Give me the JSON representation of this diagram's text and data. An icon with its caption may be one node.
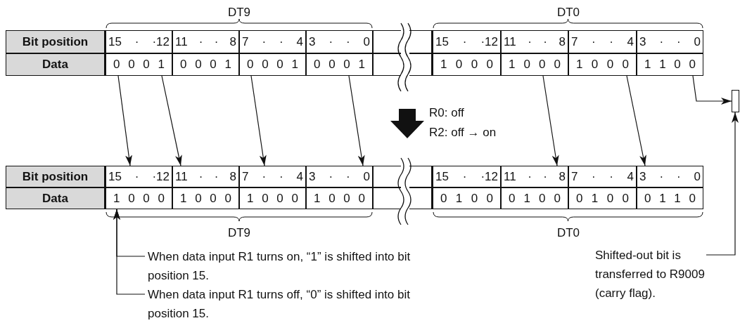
{
  "diagram": {
    "nodes": [
      {
        "text": [
          "Bit position"
        ]
      },
      {
        "text": [
          "15 · ·12"
        ]
      },
      {
        "text": [
          "11 · · 8"
        ]
      },
      {
        "text": [
          "7 · · 4"
        ]
      },
      {
        "text": [
          "3 · · 0"
        ]
      },
      {
        "text": [],
        "shape": "box"
      },
      {
        "text": [
          "15 · ·12"
        ]
      },
      {
        "text": [
          "11 · · 8"
        ]
      },
      {
        "text": [
          "7 · · 4"
        ]
      },
      {
        "text": [
          "3 · · 0"
        ]
      },
      {
        "text": [
          "Data"
        ]
      },
      {
        "text": [
          "0 0 0 1"
        ]
      },
      {
        "text": [
          "0 0 0 1"
        ]
      },
      {
        "text": [
          "0 0 0 1"
        ]
      },
      {
        "text": [
          "0 0 0 1"
        ]
      },
      {
        "text": [],
        "shape": "box"
      },
      {
        "text": [
          "1 0 0 0"
        ]
      },
      {
        "text": [
          "1 0 0 0"
        ]
      },
      {
        "text": [
          "1 0 0 0"
        ]
      },
      {
        "text": [
          "1 1 0 0"
        ]
      },
      {
        "text": [],
        "shape": "box"
      },
      {
        "text": [
          "Bit position"
        ]
      },
      {
        "text": [
          "15 · ·12"
        ]
      },
      {
        "text": [
          "11 · · 8"
        ]
      },
      {
        "text": [
          "7 · · 4"
        ]
      },
      {
        "text": [
          "3 · · 0"
        ]
      },
      {
        "text": [],
        "shape": "box"
      },
      {
        "text": [
          "15 · ·12"
        ]
      },
      {
        "text": [
          "11 · · 8"
        ]
      },
      {
        "text": [
          "7 · · 4"
        ]
      },
      {
        "text": [
          "3 · · 0"
        ]
      },
      {
        "text": [
          "Data"
        ]
      },
      {
        "text": [
          "1 0 0 0"
        ]
      },
      {
        "text": [
          "1 0 0 0"
        ]
      },
      {
        "text": [
          "1 0 0 0"
        ]
      },
      {
        "text": [
          "1 0 0 0"
        ]
      },
      {
        "text": [],
        "shape": "box"
      },
      {
        "text": [
          "0 1 0 0"
        ]
      },
      {
        "text": [
          "0 1 0 0"
        ]
      },
      {
        "text": [
          "0 1 0 0"
        ]
      },
      {
        "text": [
          "0 1 1 0"
        ]
      },
      {
        "text": [
          "When data input R1 turns on, “1” is shifted into bit position 15."
        ]
      },
      {
        "text": [
          "When data input R1 turns off, “0” is shifted into bit position 15."
        ]
      },
      {
        "text": [
          "Shifted-out bit is transferred to R9009 (carry flag)."
        ]
      }
    ],
    "edges": [
      {
        "from": 11,
        "to": 22,
        "arrow": "to"
      },
      {
        "from": 11,
        "to": 23,
        "arrow": "to"
      },
      {
        "from": 13,
        "to": 24,
        "arrow": "to"
      },
      {
        "from": 14,
        "to": 25,
        "arrow": "to"
      },
      {
        "from": 17,
        "to": 28,
        "arrow": "to"
      },
      {
        "from": 18,
        "to": 30,
        "arrow": "to"
      },
      {
        "from": 19,
        "to": 20,
        "arrow": "to"
      },
      {
        "from": 41,
        "to": 32,
        "arrow": "to"
      },
      {
        "from": 42,
        "to": 32,
        "arrow": "to"
      },
      {
        "from": 43,
        "to": 20,
        "arrow": "to"
      }
    ],
    "labels": [
      "DT9",
      "DT0",
      "R0: off",
      "R2: off → on",
      "DT9",
      "DT0"
    ]
  }
}
